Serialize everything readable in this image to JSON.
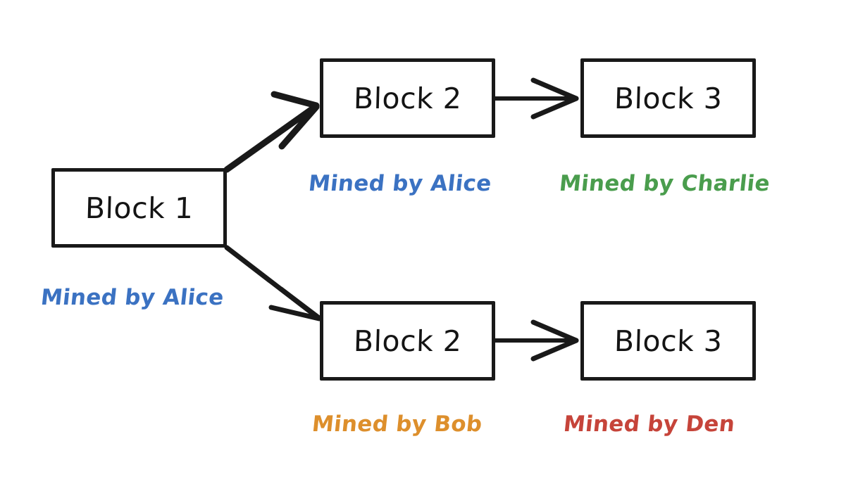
{
  "diagram": {
    "title": "Blockchain fork diagram",
    "background_color": "#ffffff",
    "stroke_color": "#191919",
    "blocks": [
      {
        "id": "block1",
        "label": "Block 1"
      },
      {
        "id": "block2-top",
        "label": "Block 2"
      },
      {
        "id": "block3-top",
        "label": "Block 3"
      },
      {
        "id": "block2-bottom",
        "label": "Block 2"
      },
      {
        "id": "block3-bottom",
        "label": "Block 3"
      }
    ],
    "miner_labels": [
      {
        "id": "miner-block1",
        "text": "Mined by Alice",
        "color": "#3b72c2"
      },
      {
        "id": "miner-block2-top",
        "text": "Mined by Alice",
        "color": "#3b72c2"
      },
      {
        "id": "miner-block3-top",
        "text": "Mined by Charlie",
        "color": "#4a9d4d"
      },
      {
        "id": "miner-block2-bottom",
        "text": "Mined by Bob",
        "color": "#dd8f2c"
      },
      {
        "id": "miner-block3-bottom",
        "text": "Mined by Den",
        "color": "#c6443a"
      }
    ],
    "arrows": [
      {
        "id": "arrow-block1-to-block2-top",
        "from": "block1",
        "to": "block2-top"
      },
      {
        "id": "arrow-block1-to-block2-bottom",
        "from": "block1",
        "to": "block2-bottom"
      },
      {
        "id": "arrow-block2-to-block3-top",
        "from": "block2-top",
        "to": "block3-top"
      },
      {
        "id": "arrow-block2-to-block3-bottom",
        "from": "block2-bottom",
        "to": "block3-bottom"
      }
    ]
  }
}
